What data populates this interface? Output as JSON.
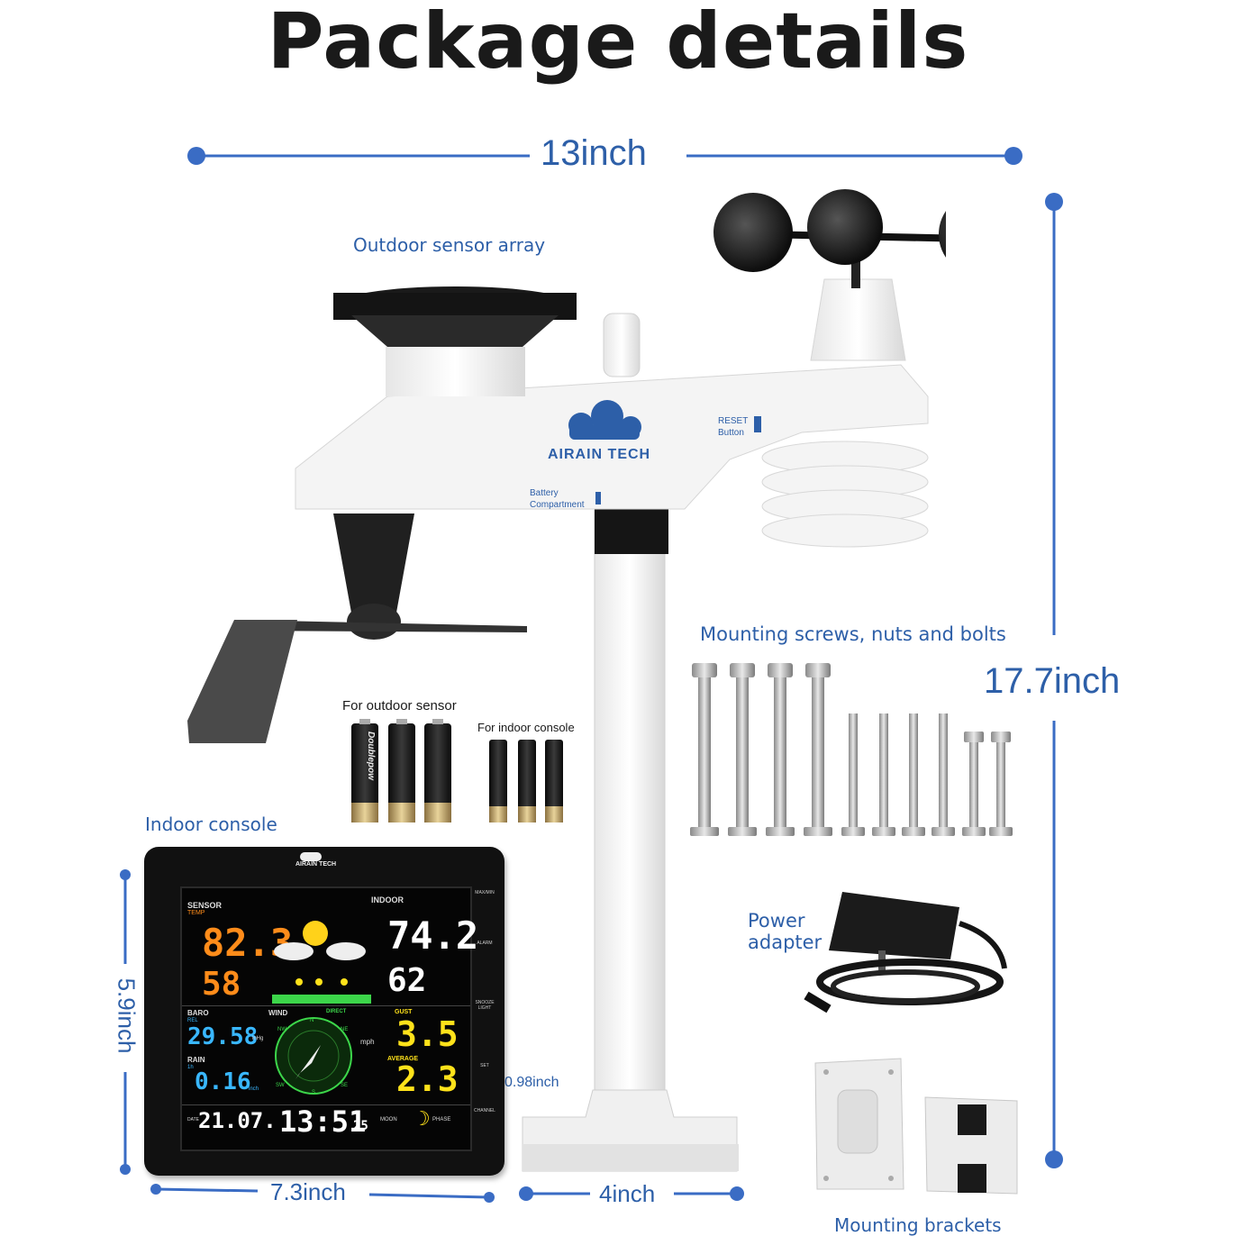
{
  "title": "Package details",
  "dimensions": {
    "width_top": "13inch",
    "height_right": "17.7inch",
    "console_height": "5.9inch",
    "console_width": "7.3inch",
    "console_depth": "0.98inch",
    "base_width": "4inch"
  },
  "labels": {
    "outdoor_array": "Outdoor sensor array",
    "indoor_console": "Indoor console",
    "for_outdoor": "For outdoor sensor",
    "for_indoor": "For indoor console",
    "screws": "Mounting screws, nuts and bolts",
    "power_line1": "Power",
    "power_line2": "adapter",
    "brackets": "Mounting brackets"
  },
  "sensor": {
    "brand": "AIRAIN TECH",
    "reset_line1": "RESET",
    "reset_line2": "Button",
    "battery_line1": "Battery",
    "battery_line2": "Compartment"
  },
  "battery_brand": "Doublepow",
  "console": {
    "brand": "AIRAIN TECH",
    "sensor_label": "SENSOR",
    "temp_label": "TEMP",
    "indoor_label": "INDOOR",
    "outdoor_temp": "82.3",
    "outdoor_hum": "58",
    "indoor_temp": "74.2",
    "indoor_hum": "62",
    "baro_label": "BARO",
    "rel_label": "REL",
    "baro_value": "29.58",
    "baro_unit": "inHg",
    "wind_label": "WIND",
    "direct_label": "DIRECT",
    "gust_label": "GUST",
    "gust_value": "3.5",
    "mph": "mph",
    "average_label": "AVERAGE",
    "average_value": "2.3",
    "rain_label": "RAIN",
    "rain_sub": "1h",
    "rain_value": "0.16",
    "rain_unit": "inch",
    "date_label": "DATE",
    "date_value": "21.07.",
    "time_value": "13:51",
    "seconds": "25",
    "moon_label": "MOON",
    "phase_label": "PHASE",
    "btn_maxmin": "MAX/MIN",
    "btn_alarm": "ALARM",
    "btn_snooze": "SNOOZE LIGHT",
    "btn_set": "SET",
    "btn_channel": "CHANNEL",
    "compass": [
      "N",
      "NE",
      "NW",
      "SE",
      "SW",
      "S"
    ]
  },
  "colors": {
    "accent": "#2d5fa8",
    "dim_line": "#3a6cc4",
    "lcd_orange": "#ff8c1a",
    "lcd_blue": "#39b7ff",
    "lcd_yellow": "#ffe21a",
    "lcd_green": "#3cd64a"
  }
}
